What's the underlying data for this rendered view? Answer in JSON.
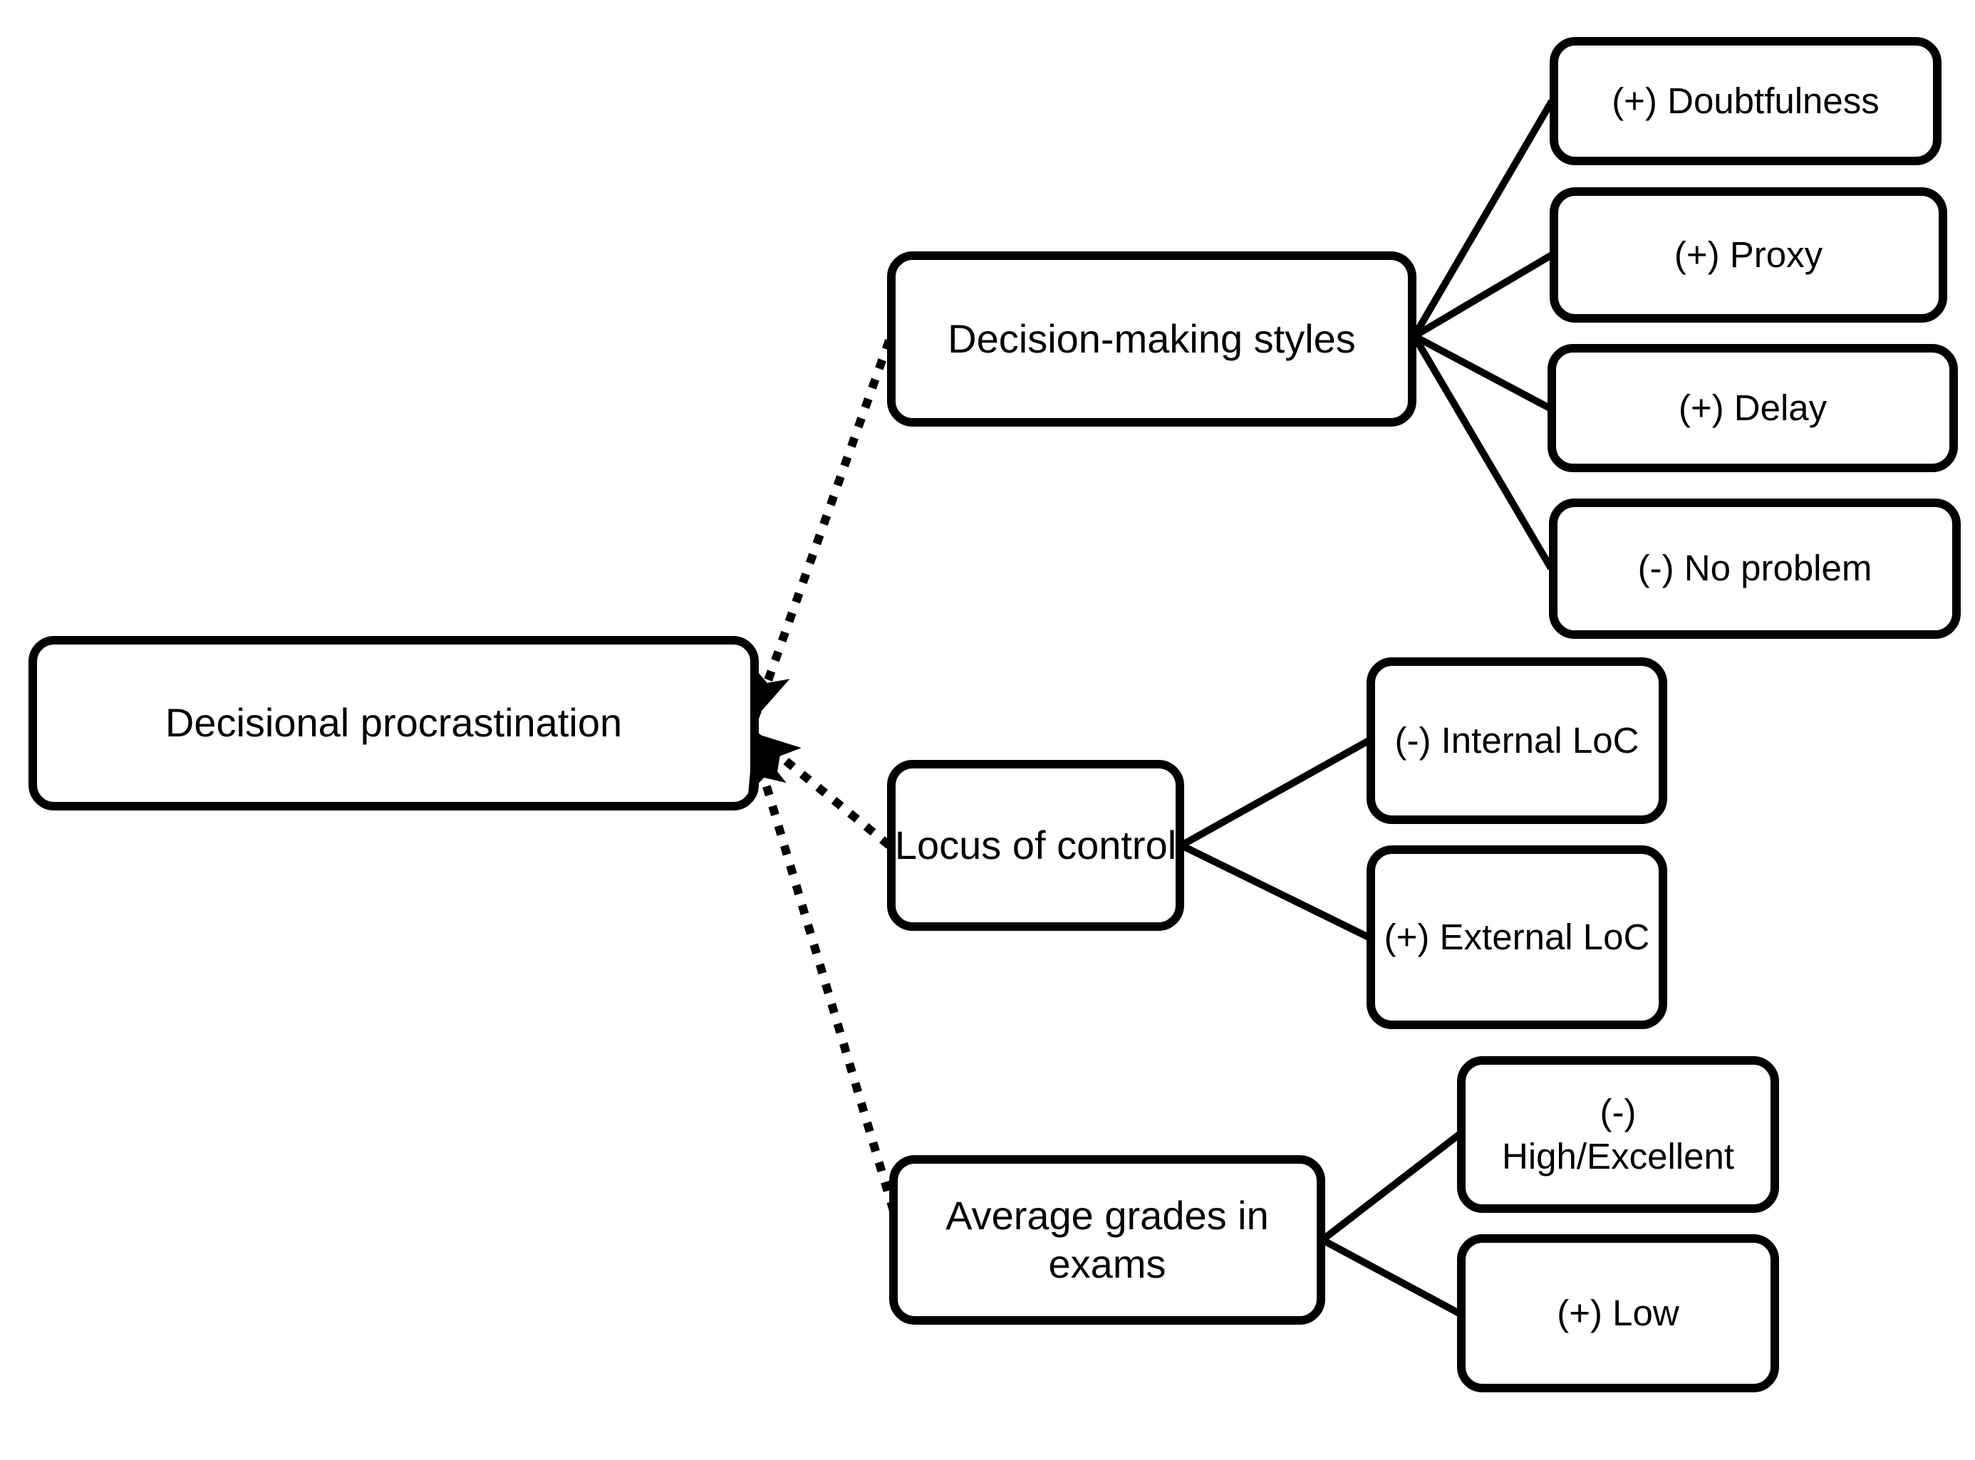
{
  "diagram": {
    "background": "#ffffff",
    "ink": "#000000",
    "root": {
      "label": "Decisional procrastination"
    },
    "groups": [
      {
        "label": "Decision-making styles",
        "link_to_root": "dotted-arrow",
        "children": [
          {
            "label": "(+) Doubtfulness"
          },
          {
            "label": "(+) Proxy"
          },
          {
            "label": "(+) Delay"
          },
          {
            "label": "(-) No problem"
          }
        ]
      },
      {
        "label": "Locus of control",
        "link_to_root": "dotted-arrow",
        "children": [
          {
            "label": "(-) Internal LoC"
          },
          {
            "label": "(+) External LoC"
          }
        ]
      },
      {
        "label": "Average grades in exams",
        "link_to_root": "dotted-arrow",
        "children": [
          {
            "label": "(-) High/Excellent"
          },
          {
            "label": "(+) Low"
          }
        ]
      }
    ]
  }
}
